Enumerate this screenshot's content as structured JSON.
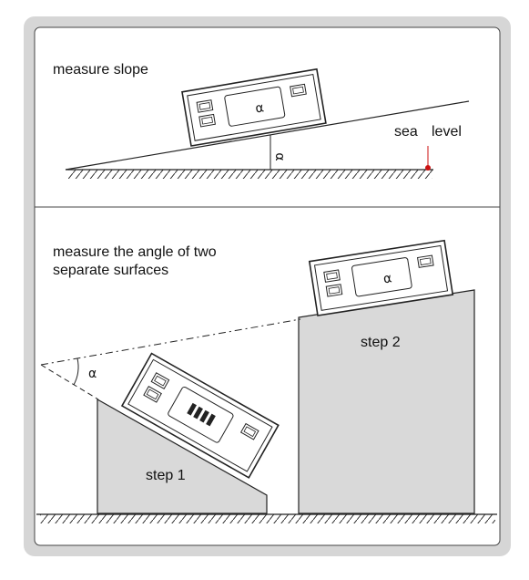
{
  "colors": {
    "frame_bg": "#d6d6d6",
    "panel_bg": "#ffffff",
    "step_fill": "#d9d9d9",
    "stroke": "#222222",
    "marker": "#cc1111"
  },
  "top_panel": {
    "title": "measure slope",
    "angle_symbol": "α",
    "sea_level_label_1": "sea",
    "sea_level_label_2": "level",
    "device_display": "α"
  },
  "bottom_panel": {
    "title_line_1": "measure the angle of two",
    "title_line_2": "separate surfaces",
    "step1_label": "step 1",
    "step2_label": "step 2",
    "angle_symbol": "α",
    "device_display": "α"
  }
}
